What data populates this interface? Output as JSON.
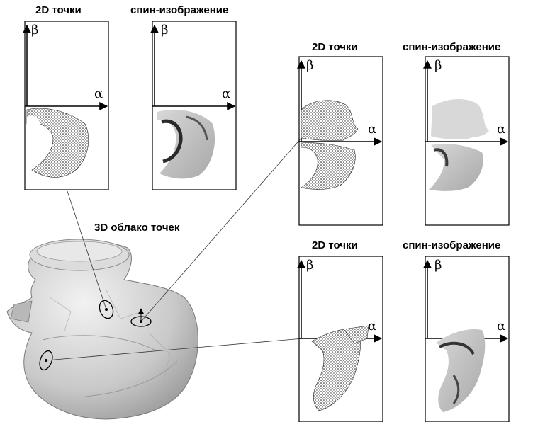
{
  "labels": {
    "points2d": "2D точки",
    "spin_image": "спин-изображение",
    "cloud3d": "3D облако точек",
    "alpha": "α",
    "beta": "β"
  }
}
